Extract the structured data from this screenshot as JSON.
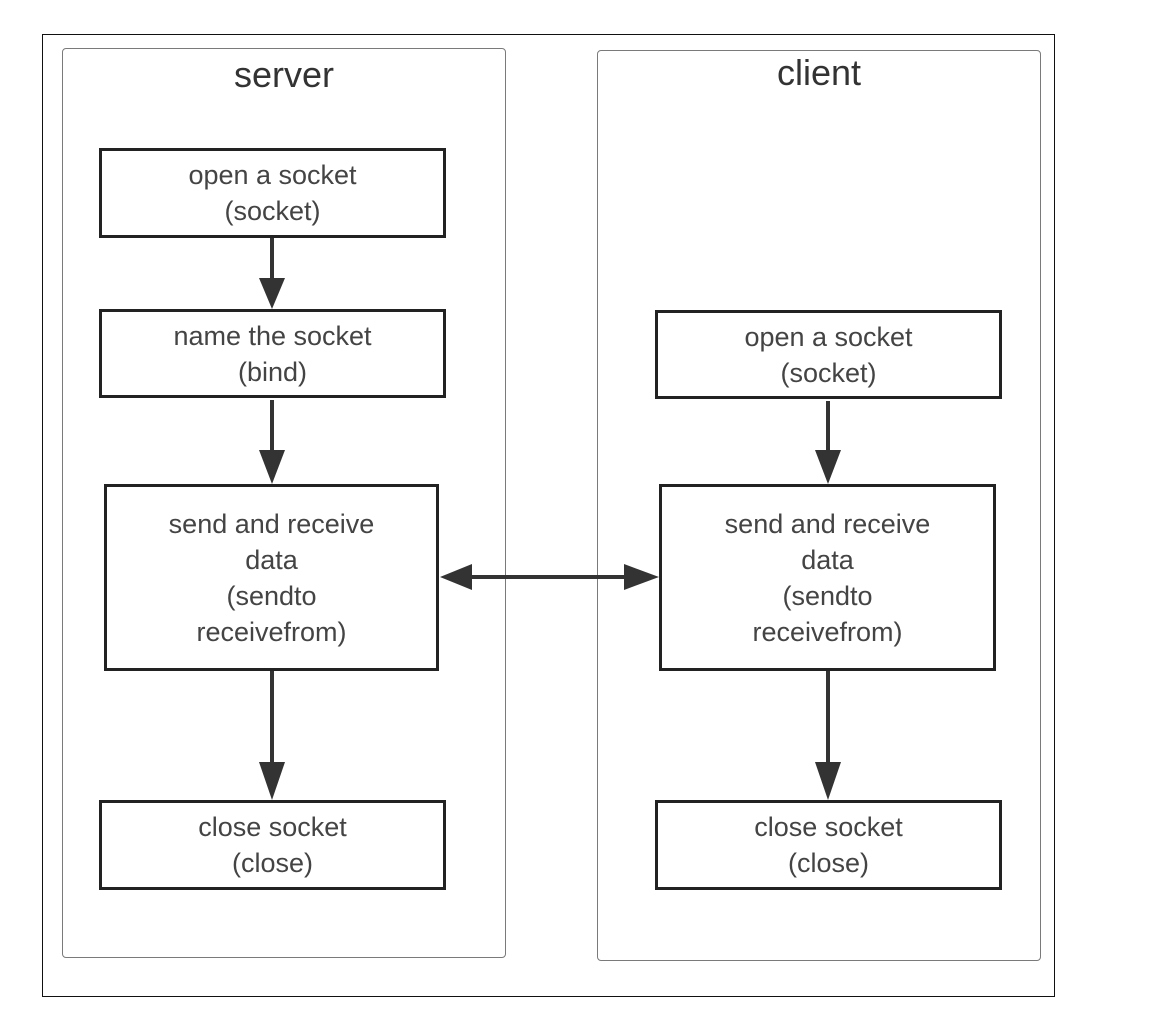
{
  "lanes": {
    "server": {
      "title": "server"
    },
    "client": {
      "title": "client"
    }
  },
  "server": {
    "open": [
      "open a socket",
      "(socket)"
    ],
    "bind": [
      "name the socket",
      "(bind)"
    ],
    "data": [
      "send and receive",
      "data",
      "(sendto",
      "receivefrom)"
    ],
    "close": [
      "close socket",
      "(close)"
    ]
  },
  "client": {
    "open": [
      "open a socket",
      "(socket)"
    ],
    "data": [
      "send and receive",
      "data",
      "(sendto",
      "receivefrom)"
    ],
    "close": [
      "close socket",
      "(close)"
    ]
  },
  "colors": {
    "box_border": "#222222",
    "lane_border": "#7a7a7a",
    "text": "#444444",
    "arrow": "#333333"
  }
}
